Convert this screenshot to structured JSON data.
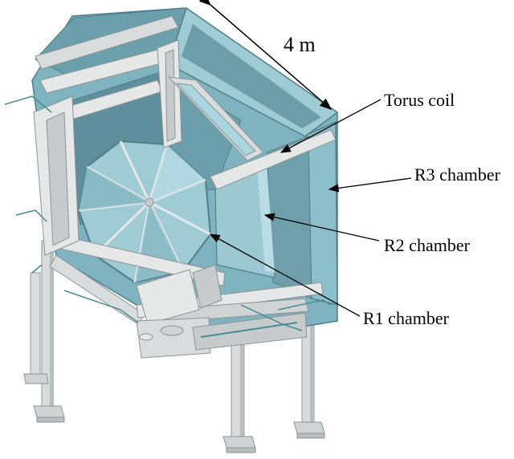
{
  "dimension": {
    "text": "4 m"
  },
  "labels": {
    "torus": "Torus coil",
    "r3": "R3 chamber",
    "r2": "R2 chamber",
    "r1": "R1 chamber"
  },
  "colors": {
    "panel_dark": "#5f8f9c",
    "panel_mid": "#7fb3bf",
    "panel_light": "#a9d6df",
    "frame_light": "#e6e8e8",
    "frame_mid": "#c7cbcc",
    "frame_dark": "#8c9496",
    "leader": "#000000",
    "wire": "#4a8a96"
  }
}
